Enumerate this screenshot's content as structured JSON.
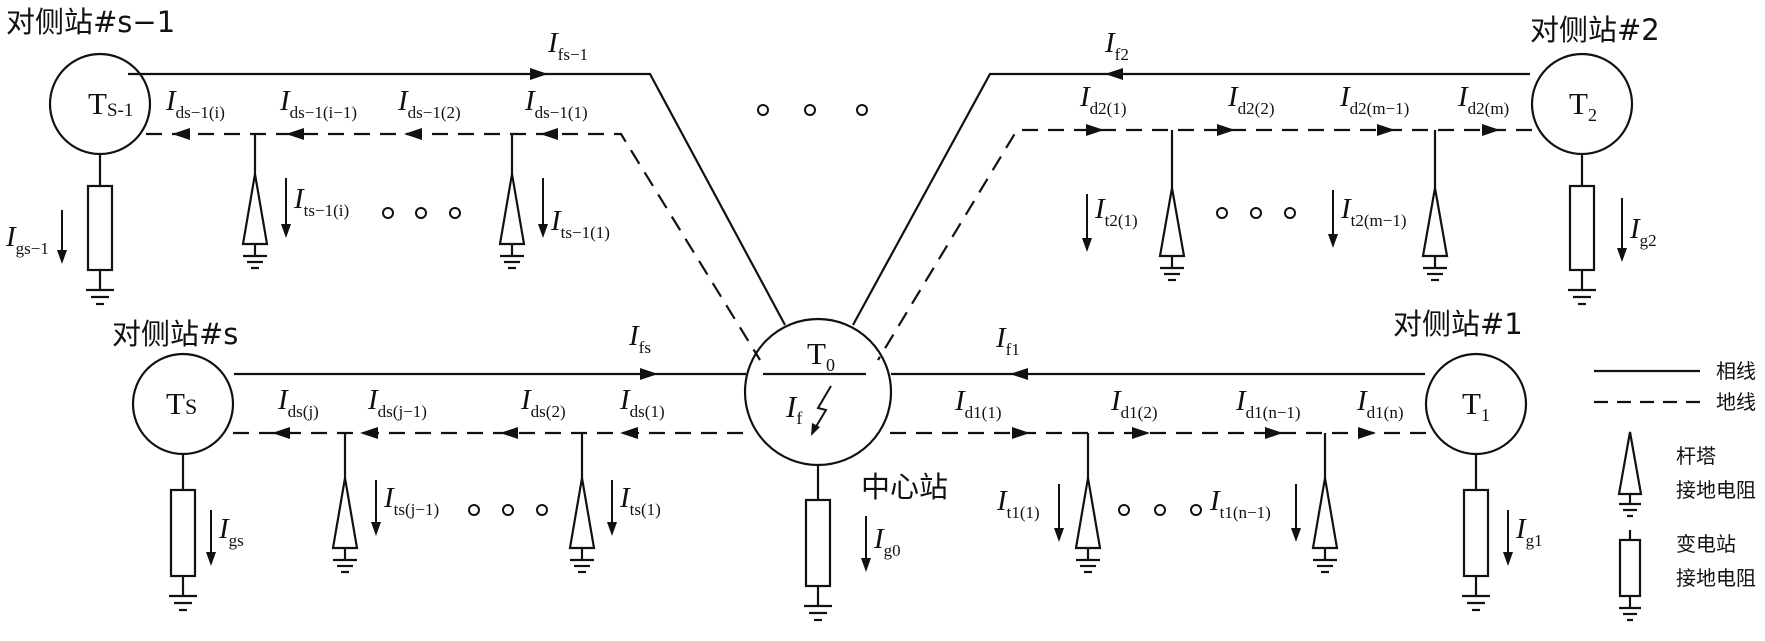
{
  "stations": {
    "center": {
      "node": "T",
      "node_sub": "0",
      "fault": "I",
      "fault_sub": "f",
      "caption": "中心站",
      "ground_current": "I",
      "ground_current_sub": "g0"
    },
    "s1": {
      "label": "对侧站#s−1",
      "node": "T",
      "node_sub": "S-1",
      "ground_current": "I",
      "ground_current_sub": "gs−1"
    },
    "two": {
      "label": "对侧站#2",
      "node": "T",
      "node_sub": "2",
      "ground_current": "I",
      "ground_current_sub": "g2"
    },
    "s": {
      "label": "对侧站#s",
      "node": "T",
      "node_sub": "S",
      "ground_current": "I",
      "ground_current_sub": "gs"
    },
    "one": {
      "label": "对侧站#1",
      "node": "T",
      "node_sub": "1",
      "ground_current": "I",
      "ground_current_sub": "g1"
    }
  },
  "phase_currents": {
    "fs1": {
      "main": "I",
      "sub": "fs−1"
    },
    "f2": {
      "main": "I",
      "sub": "f2"
    },
    "fs": {
      "main": "I",
      "sub": "fs"
    },
    "f1": {
      "main": "I",
      "sub": "f1"
    }
  },
  "ground_wire_currents": {
    "s1": [
      {
        "main": "I",
        "sub": "ds−1(i)"
      },
      {
        "main": "I",
        "sub": "ds−1(i−1)"
      },
      {
        "main": "I",
        "sub": "ds−1(2)"
      },
      {
        "main": "I",
        "sub": "ds−1(1)"
      }
    ],
    "two": [
      {
        "main": "I",
        "sub": "d2(1)"
      },
      {
        "main": "I",
        "sub": "d2(2)"
      },
      {
        "main": "I",
        "sub": "d2(m−1)"
      },
      {
        "main": "I",
        "sub": "d2(m)"
      }
    ],
    "s": [
      {
        "main": "I",
        "sub": "ds(j)"
      },
      {
        "main": "I",
        "sub": "ds(j−1)"
      },
      {
        "main": "I",
        "sub": "ds(2)"
      },
      {
        "main": "I",
        "sub": "ds(1)"
      }
    ],
    "one": [
      {
        "main": "I",
        "sub": "d1(1)"
      },
      {
        "main": "I",
        "sub": "d1(2)"
      },
      {
        "main": "I",
        "sub": "d1(n−1)"
      },
      {
        "main": "I",
        "sub": "d1(n)"
      }
    ]
  },
  "tower_currents": {
    "ts1_i": {
      "main": "I",
      "sub": "ts−1(i)"
    },
    "ts1_1": {
      "main": "I",
      "sub": "ts−1(1)"
    },
    "t2_1": {
      "main": "I",
      "sub": "t2(1)"
    },
    "t2_m1": {
      "main": "I",
      "sub": "t2(m−1)"
    },
    "ts_j1": {
      "main": "I",
      "sub": "ts(j−1)"
    },
    "ts_1": {
      "main": "I",
      "sub": "ts(1)"
    },
    "t1_1": {
      "main": "I",
      "sub": "t1(1)"
    },
    "t1_n1": {
      "main": "I",
      "sub": "t1(n−1)"
    }
  },
  "legend": {
    "phase_line": "相线",
    "ground_wire": "地线",
    "tower_line1": "杆塔",
    "tower_line2": "接地电阻",
    "substation_line1": "变电站",
    "substation_line2": "接地电阻"
  }
}
